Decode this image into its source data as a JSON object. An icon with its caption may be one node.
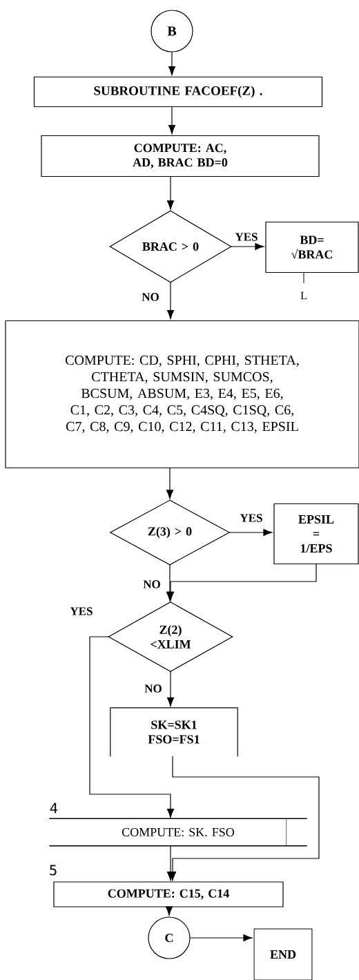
{
  "diagram": {
    "nodes": [
      {
        "text": [
          "B"
        ]
      },
      {
        "text": [
          "SUBROUTINE FACOEF(Z) ."
        ]
      },
      {
        "text": [
          "COMPUTE: AC, AD, BRAC BD=0"
        ]
      },
      {
        "text": [
          "BRAC > 0"
        ]
      },
      {
        "text": [
          "BD= √BRAC"
        ],
        "beside": [
          "L"
        ]
      },
      {
        "text": [
          "COMPUTE: CD, SPHI, CPHI, STHETA, CTHETA, SUMSIN, SUMCOS, BCSUM, ABSUM, E3, E4, E5, E6, C1, C2, C3, C4, C5, C4SQ, C1SQ, C6, C7, C8, C9, C10, C12, C11, C13, EPSIL"
        ]
      },
      {
        "text": [
          "Z(3) > 0"
        ]
      },
      {
        "text": [
          "EPSIL = 1/EPS"
        ]
      },
      {
        "text": [
          "Z(2) <XLIM"
        ]
      },
      {
        "text": [
          "SK=SK1 FSO=FS1"
        ]
      },
      {
        "text": [
          "COMPUTE: SK. FSO"
        ],
        "beside": [
          "4"
        ]
      },
      {
        "text": [
          "COMPUTE: C15, C14"
        ],
        "beside": [
          "5"
        ]
      },
      {
        "text": [
          "C"
        ]
      },
      {
        "text": [
          "END"
        ]
      }
    ],
    "edges": [
      {
        "from": 0,
        "to": 1,
        "arrow": "to"
      },
      {
        "from": 1,
        "to": 2,
        "arrow": "to"
      },
      {
        "from": 2,
        "to": 3,
        "arrow": "to"
      },
      {
        "from": 3,
        "to": 4,
        "arrow": "to",
        "label": "YES"
      },
      {
        "from": 3,
        "to": 5,
        "arrow": "to",
        "label": "NO"
      },
      {
        "from": 5,
        "to": 6,
        "arrow": "to"
      },
      {
        "from": 6,
        "to": 7,
        "arrow": "to",
        "label": "YES"
      },
      {
        "from": 7,
        "to": 8,
        "arrow": "to"
      },
      {
        "from": 6,
        "to": 8,
        "arrow": "to",
        "label": "NO"
      },
      {
        "from": 8,
        "to": 10,
        "arrow": "to",
        "label": "YES"
      },
      {
        "from": 8,
        "to": 9,
        "arrow": "to",
        "label": "NO"
      },
      {
        "from": 9,
        "to": 11,
        "arrow": "to"
      },
      {
        "from": 10,
        "to": 11,
        "arrow": "to"
      },
      {
        "from": 11,
        "to": 12,
        "arrow": "to"
      },
      {
        "from": 12,
        "to": 13,
        "arrow": "to"
      }
    ]
  }
}
